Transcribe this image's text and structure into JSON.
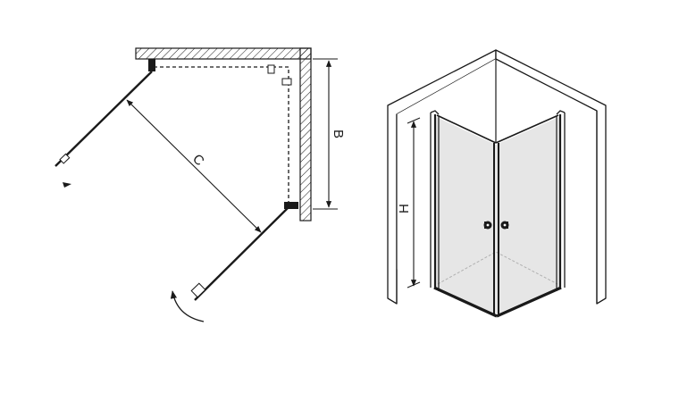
{
  "labels": {
    "dimension_c": "C",
    "dimension_b": "B",
    "dimension_h": "H"
  },
  "colors": {
    "line": "#1a1a1a",
    "glass": "#e2e2e2",
    "wall": "#ffffff",
    "floor_dashed": "#b0b0b0"
  }
}
